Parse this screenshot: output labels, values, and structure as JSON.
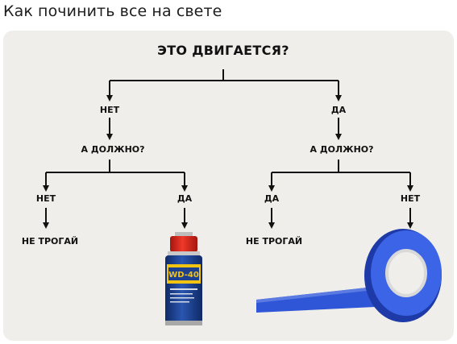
{
  "caption": "Как починить все на свете",
  "diagram": {
    "question_root": "ЭТО ДВИГАЕТСЯ?",
    "left_branch": {
      "label": "НЕТ",
      "question": "А ДОЛЖНО?",
      "no": {
        "label": "НЕТ",
        "result": "НЕ ТРОГАЙ"
      },
      "yes": {
        "label": "ДА",
        "result_icon": "wd40-can-icon",
        "can_text": "WD-40"
      }
    },
    "right_branch": {
      "label": "ДА",
      "question": "А ДОЛЖНО?",
      "yes": {
        "label": "ДА",
        "result": "НЕ ТРОГАЙ"
      },
      "no": {
        "label": "НЕТ",
        "result_icon": "duct-tape-icon"
      }
    }
  },
  "colors": {
    "card_bg": "#efeeea",
    "line": "#111111",
    "can_blue": "#1c3f8f",
    "can_yellow": "#f2c311",
    "cap_red": "#e0261b",
    "tape_blue": "#2f56d6"
  }
}
